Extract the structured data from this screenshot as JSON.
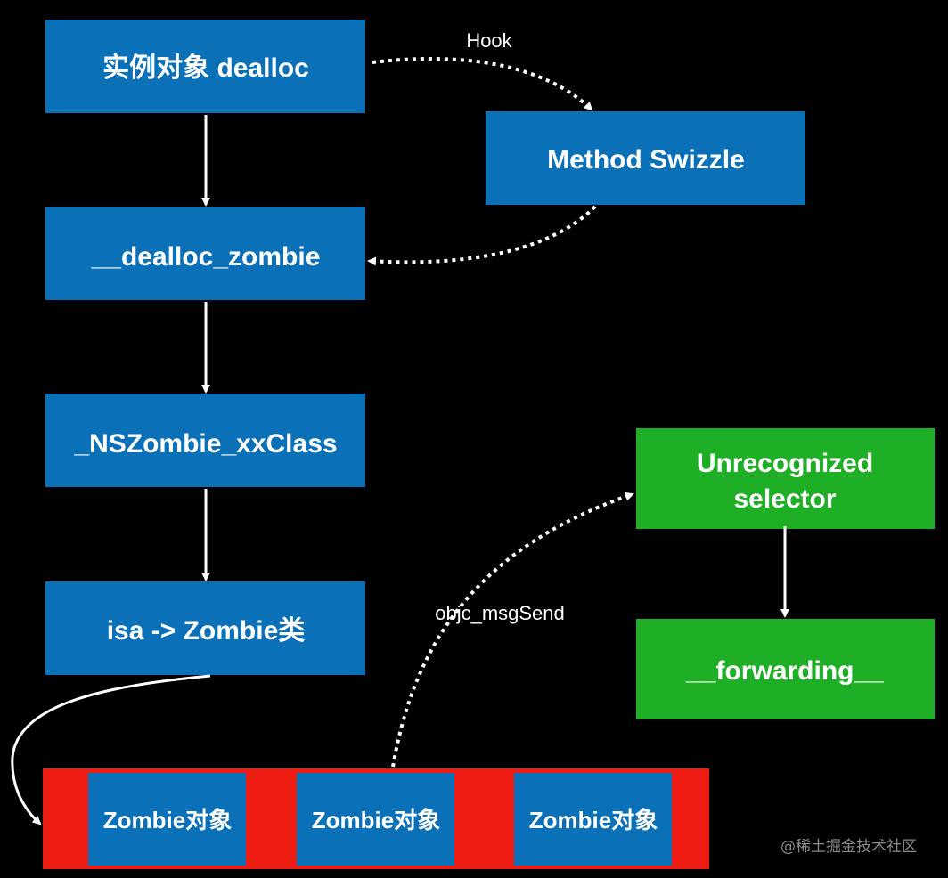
{
  "colors": {
    "background": "#000000",
    "blue_node": "#0a70b8",
    "green_node": "#1faf26",
    "red_container": "#ee1c12",
    "arrow": "#ffffff",
    "text": "#ffffff",
    "watermark": "#8a8a8a"
  },
  "nodes": {
    "instance_dealloc": "实例对象 dealloc",
    "method_swizzle": "Method Swizzle",
    "dealloc_zombie": "__dealloc_zombie",
    "nszombie_class": "_NSZombie_xxClass",
    "isa_zombie": "isa -> Zombie类",
    "unrecognized_selector": [
      "Unrecognized",
      "selector"
    ],
    "forwarding": "__forwarding__",
    "zombie_objects": [
      "Zombie对象",
      "Zombie对象",
      "Zombie对象"
    ]
  },
  "edges": {
    "hook_label": "Hook",
    "msgsend_label": "objc_msgSend"
  },
  "watermark": "@稀土掘金技术社区"
}
